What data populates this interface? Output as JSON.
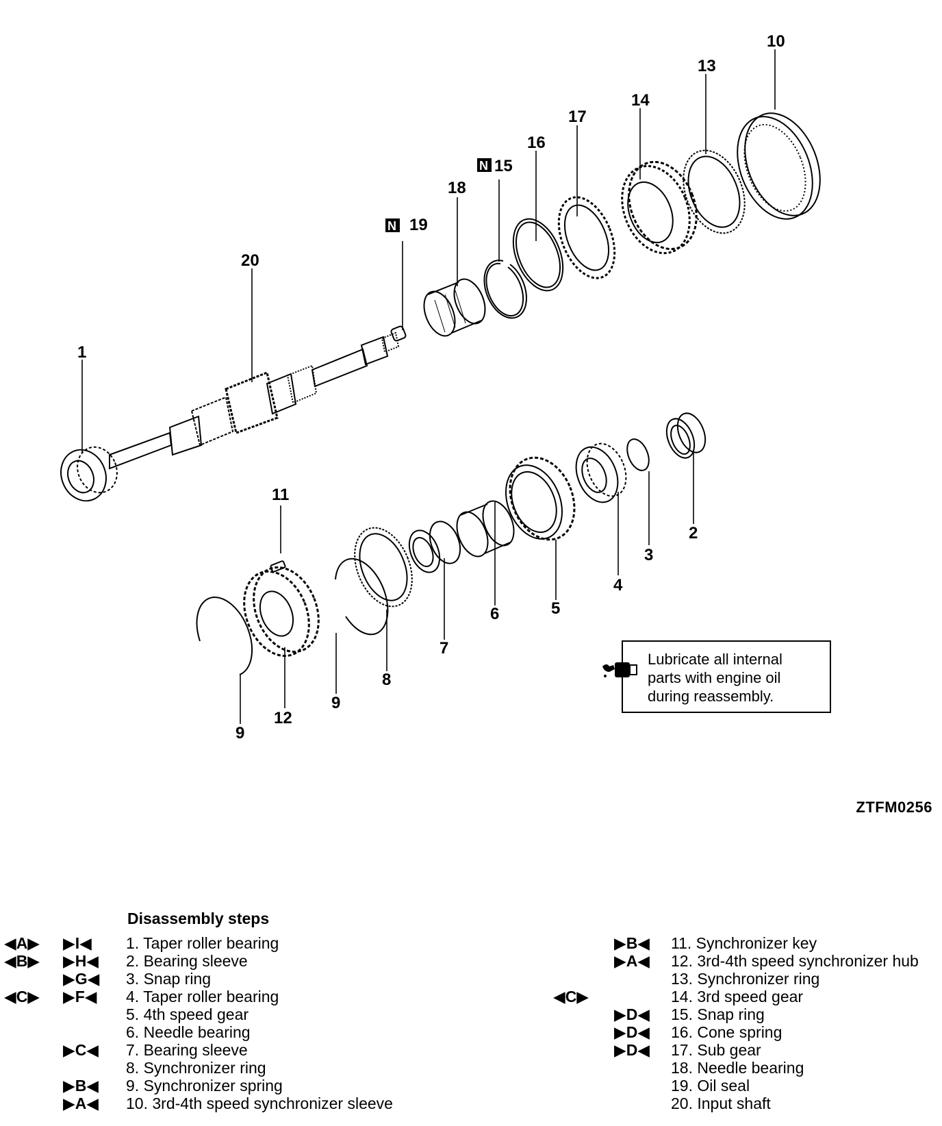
{
  "callouts": {
    "p10": "10",
    "p13": "13",
    "p14": "14",
    "p17": "17",
    "p16": "16",
    "p15": "15",
    "p18": "18",
    "p19": "19",
    "p20": "20",
    "p1": "1",
    "p11": "11",
    "p2": "2",
    "p3": "3",
    "p4": "4",
    "p5": "5",
    "p6": "6",
    "p7": "7",
    "p8": "8",
    "p9a": "9",
    "p9b": "9",
    "p12": "12",
    "n_badge": "N"
  },
  "note": {
    "text": "Lubricate all internal\nparts with engine oil\nduring reassembly."
  },
  "figure_code": "ZTFM0256",
  "steps_title": "Disassembly steps",
  "steps_left": [
    {
      "m1": "◀A▶",
      "m2": "▶I◀",
      "label": "1. Taper roller bearing"
    },
    {
      "m1": "◀B▶",
      "m2": "▶H◀",
      "label": "2. Bearing sleeve"
    },
    {
      "m1": "",
      "m2": "▶G◀",
      "label": "3. Snap ring"
    },
    {
      "m1": "◀C▶",
      "m2": "▶F◀",
      "label": "4. Taper roller bearing"
    },
    {
      "m1": "",
      "m2": "",
      "label": "5. 4th speed gear"
    },
    {
      "m1": "",
      "m2": "",
      "label": "6. Needle bearing"
    },
    {
      "m1": "",
      "m2": "▶C◀",
      "label": "7. Bearing sleeve"
    },
    {
      "m1": "",
      "m2": "",
      "label": "8. Synchronizer ring"
    },
    {
      "m1": "",
      "m2": "▶B◀",
      "label": "9. Synchronizer spring"
    },
    {
      "m1": "",
      "m2": "▶A◀",
      "label": "10. 3rd-4th speed synchronizer sleeve"
    }
  ],
  "steps_right": [
    {
      "m1": "",
      "m2": "▶B◀",
      "label": "11. Synchronizer key"
    },
    {
      "m1": "",
      "m2": "▶A◀",
      "label": "12. 3rd-4th speed synchronizer hub"
    },
    {
      "m1": "",
      "m2": "",
      "label": "13. Synchronizer ring"
    },
    {
      "m1": "◀C▶",
      "m2": "",
      "label": "14. 3rd speed gear"
    },
    {
      "m1": "",
      "m2": "▶D◀",
      "label": "15. Snap ring"
    },
    {
      "m1": "",
      "m2": "▶D◀",
      "label": "16. Cone spring"
    },
    {
      "m1": "",
      "m2": "▶D◀",
      "label": "17. Sub gear"
    },
    {
      "m1": "",
      "m2": "",
      "label": "18. Needle bearing"
    },
    {
      "m1": "",
      "m2": "",
      "label": "19. Oil seal"
    },
    {
      "m1": "",
      "m2": "",
      "label": "20. Input shaft"
    }
  ]
}
